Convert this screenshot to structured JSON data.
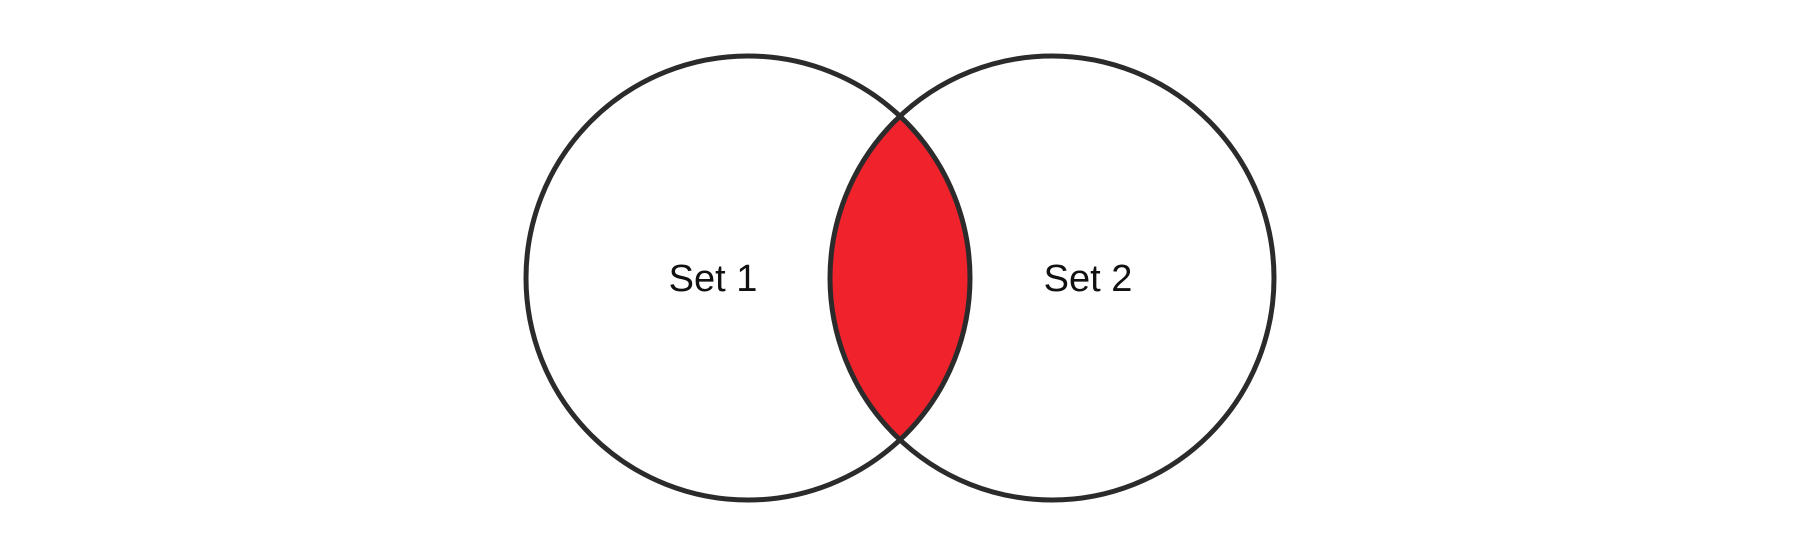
{
  "diagram": {
    "type": "venn",
    "sets": [
      {
        "label": "Set 1"
      },
      {
        "label": "Set 2"
      }
    ],
    "highlighted_region": "intersection",
    "colors": {
      "highlight": "#f0232d",
      "outline": "#2b2b2b",
      "background": "#ffffff"
    }
  }
}
